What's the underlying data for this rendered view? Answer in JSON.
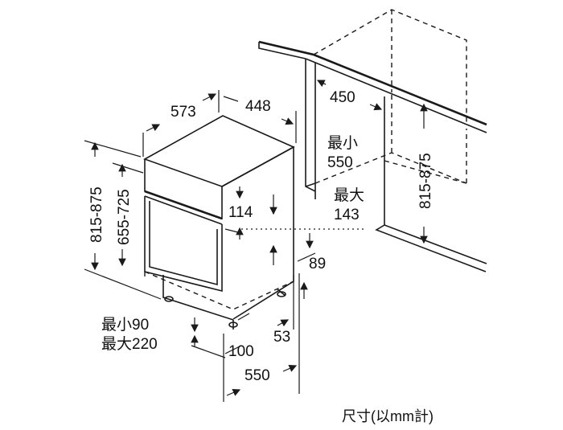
{
  "dims": {
    "depth_573": "573",
    "width_448": "448",
    "niche_width_450": "450",
    "min_label": "最小",
    "min_550": "550",
    "max_label": "最大",
    "max_143": "143",
    "h_114": "114",
    "h_89": "89",
    "plinth_min": "最小90",
    "plinth_max": "最大220",
    "d_100": "100",
    "d_53": "53",
    "d_550": "550",
    "height_range_left": "815-875",
    "height_range_body": "655-725",
    "height_range_niche": "815-875"
  },
  "caption": "尺寸(以mm計)"
}
